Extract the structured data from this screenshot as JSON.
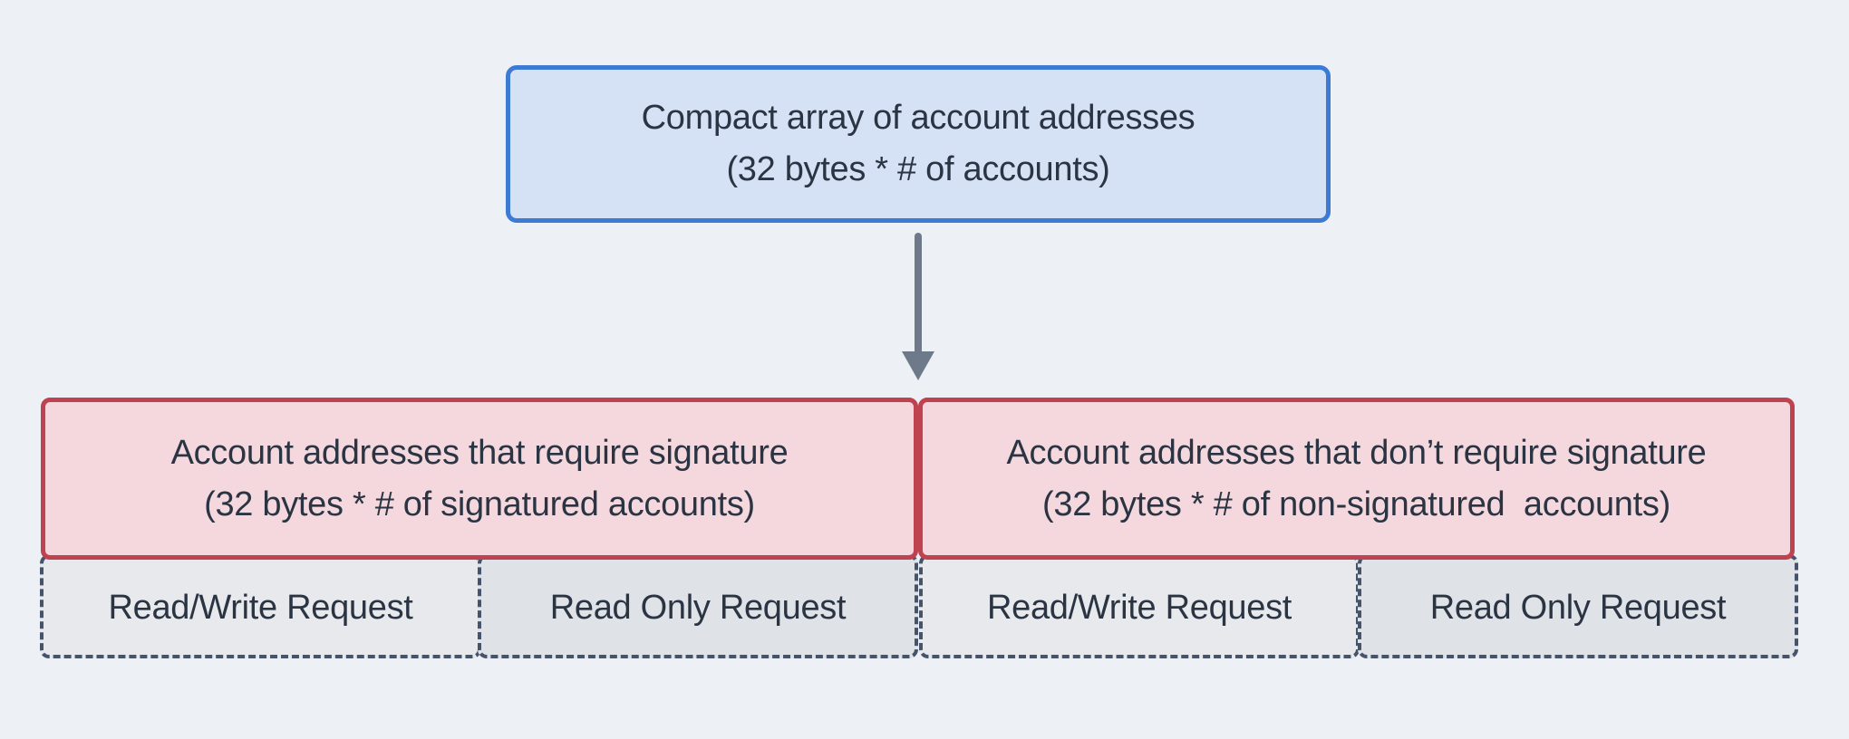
{
  "diagram": {
    "top_box": {
      "line1": "Compact array of account addresses",
      "line2": "(32 bytes * # of accounts)"
    },
    "arrow": {
      "icon": "down-arrow-icon",
      "direction": "down"
    },
    "middle_boxes": [
      {
        "line1": "Account addresses that require signature",
        "line2": "(32 bytes * # of signatured accounts)"
      },
      {
        "line1": "Account addresses that don’t require signature",
        "line2": "(32 bytes * # of non-signatured  accounts)"
      }
    ],
    "bottom_boxes": [
      {
        "label": "Read/Write Request",
        "variant": "read-write"
      },
      {
        "label": "Read Only Request",
        "variant": "read-only"
      },
      {
        "label": "Read/Write Request",
        "variant": "read-write"
      },
      {
        "label": "Read Only Request",
        "variant": "read-only"
      }
    ]
  },
  "colors": {
    "page-bg": "#edf1f6",
    "text": "#2a3443",
    "blue-fill": "#d5e2f5",
    "blue-border": "#3c7ad4",
    "red-fill": "#f5d8dd",
    "red-border": "#bf4250",
    "gray-fill-light": "#e7e9ed",
    "gray-fill-dark": "#dfe2e6",
    "dash-border": "#45536b",
    "arrow": "#6e7a89"
  }
}
